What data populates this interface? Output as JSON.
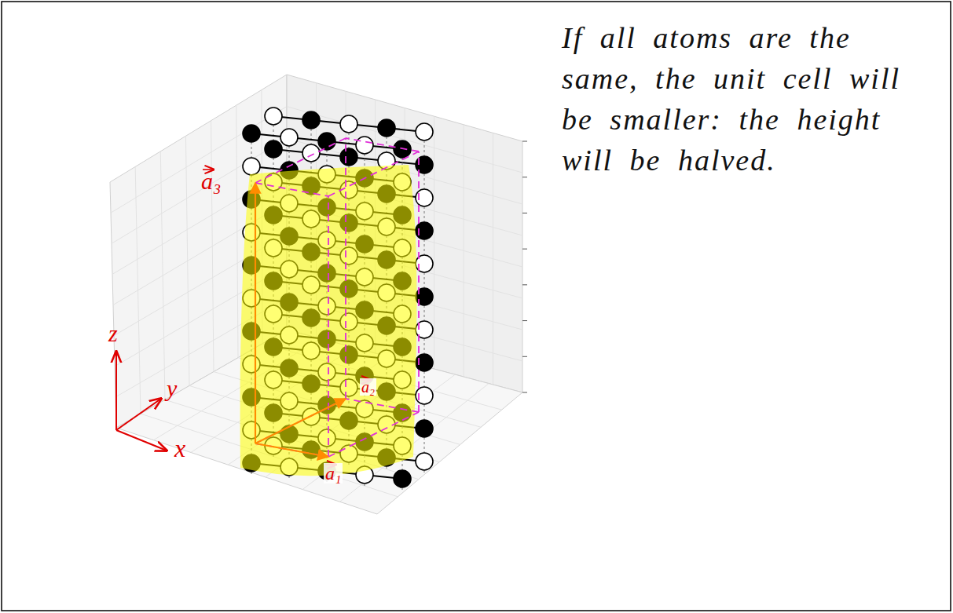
{
  "diagram": {
    "labels": [
      "If all atoms are the same, the unit cell will be smaller: the height will be halved.",
      "z",
      "y",
      "x",
      "a₃",
      "a₂",
      "a₁"
    ]
  }
}
